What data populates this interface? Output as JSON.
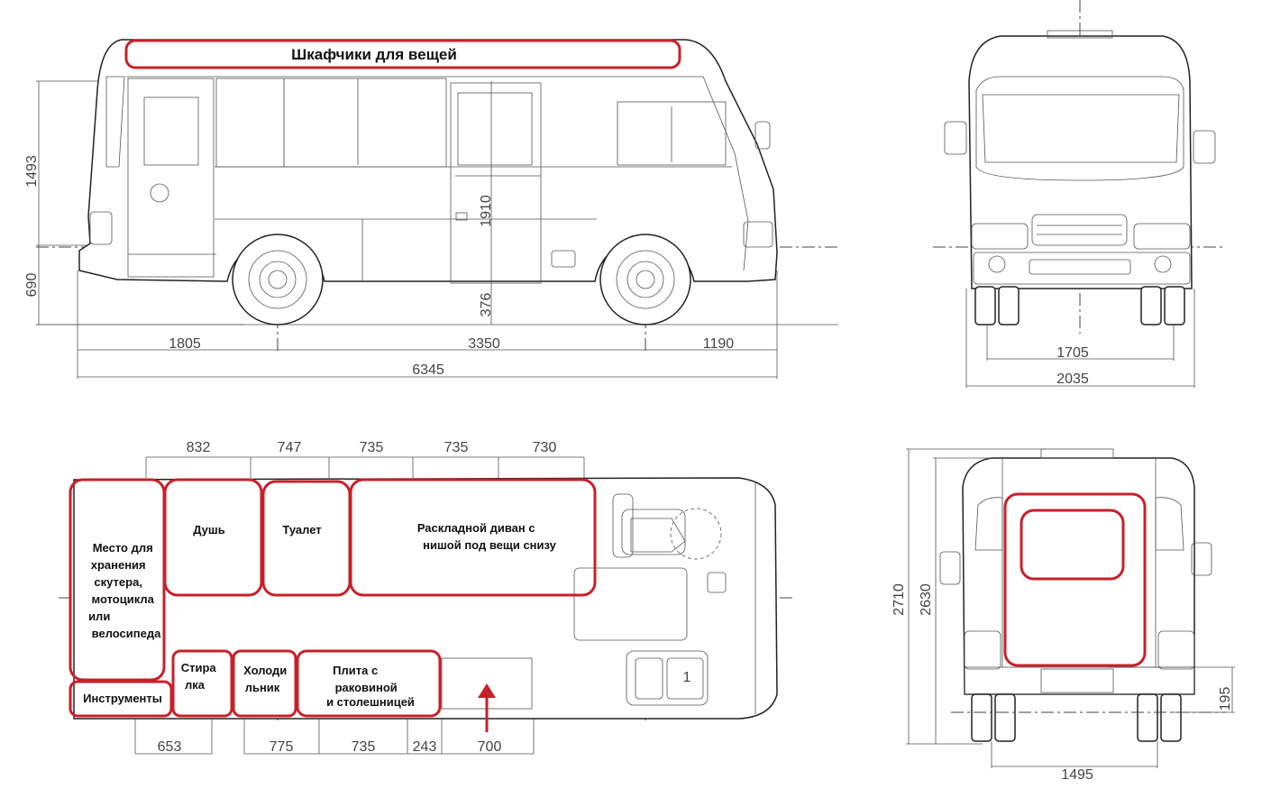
{
  "side_view": {
    "storage_label": "Шкафчики для вещей",
    "dims": {
      "height_body": "1493",
      "height_base": "690",
      "height_total": "1910",
      "ground_clear": "376",
      "front_overhang": "1805",
      "wheelbase": "3350",
      "rear_overhang": "1190",
      "length": "6345"
    }
  },
  "front_view": {
    "dims": {
      "track": "1705",
      "width": "2035"
    }
  },
  "plan_view": {
    "top_dims": [
      "832",
      "747",
      "735",
      "735",
      "730"
    ],
    "bottom_dims": [
      "653",
      "775",
      "735",
      "243",
      "700"
    ],
    "zones": {
      "storage": "Место для хранения скутера, мотоцикла или велосипеда",
      "shower": "Душь",
      "toilet": "Туалет",
      "sofa": "Раскладной диван с нишой под вещи снизу",
      "tools": "Инструменты",
      "washer": "Стира лка",
      "fridge": "Холоди льник",
      "stove": "Плита с раковиной и столешницей"
    },
    "seat_number": "1"
  },
  "rear_view": {
    "dims": {
      "height_total": "2710",
      "height_body": "2630",
      "bumper": "195",
      "track": "1495"
    }
  },
  "colors": {
    "zone_outline": "#c8202a",
    "lines": "#333333"
  }
}
